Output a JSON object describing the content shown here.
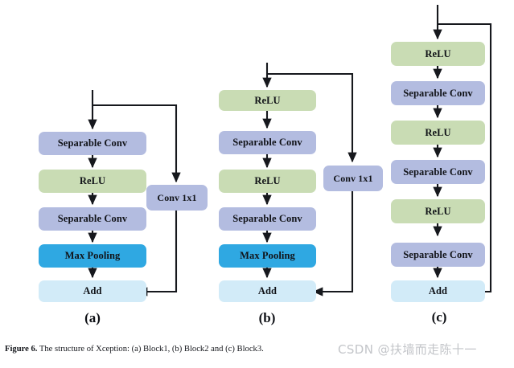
{
  "figure": {
    "caption_label": "Figure 6.",
    "caption_text": " The structure of Xception: (a) Block1, (b) Block2 and (c) Block3.",
    "watermark": "CSDN @扶墙而走陈十一"
  },
  "colors": {
    "separable_conv": "#b3bce0",
    "relu": "#c9dcb4",
    "max_pooling": "#2fa8e2",
    "add": "#d2ebf8",
    "conv_1x1": "#b3bce0",
    "arrow": "#16181d",
    "background": "#ffffff",
    "watermark": "#c3c5c9"
  },
  "labels": {
    "separable_conv": "Separable Conv",
    "relu": "ReLU",
    "max_pooling": "Max Pooling",
    "add": "Add",
    "conv_1x1": "Conv 1x1"
  },
  "panels": [
    {
      "id": "a",
      "label": "(a)",
      "title": "Block1",
      "main_path": [
        "Separable Conv",
        "ReLU",
        "Separable Conv",
        "Max Pooling",
        "Add"
      ],
      "skip_path": [
        "Conv 1x1"
      ],
      "nodes": {
        "n1": "Separable Conv",
        "n2": "ReLU",
        "n3": "Separable Conv",
        "n4": "Max Pooling",
        "n5": "Add",
        "skip": "Conv 1x1"
      }
    },
    {
      "id": "b",
      "label": "(b)",
      "title": "Block2",
      "main_path": [
        "ReLU",
        "Separable Conv",
        "ReLU",
        "Separable Conv",
        "Max Pooling",
        "Add"
      ],
      "skip_path": [
        "Conv 1x1"
      ],
      "nodes": {
        "n1": "ReLU",
        "n2": "Separable Conv",
        "n3": "ReLU",
        "n4": "Separable Conv",
        "n5": "Max Pooling",
        "n6": "Add",
        "skip": "Conv 1x1"
      }
    },
    {
      "id": "c",
      "label": "(c)",
      "title": "Block3",
      "main_path": [
        "ReLU",
        "Separable Conv",
        "ReLU",
        "Separable Conv",
        "ReLU",
        "Separable Conv",
        "Add"
      ],
      "skip_path": [],
      "nodes": {
        "n1": "ReLU",
        "n2": "Separable Conv",
        "n3": "ReLU",
        "n4": "Separable Conv",
        "n5": "ReLU",
        "n6": "Separable Conv",
        "n7": "Add"
      }
    }
  ]
}
